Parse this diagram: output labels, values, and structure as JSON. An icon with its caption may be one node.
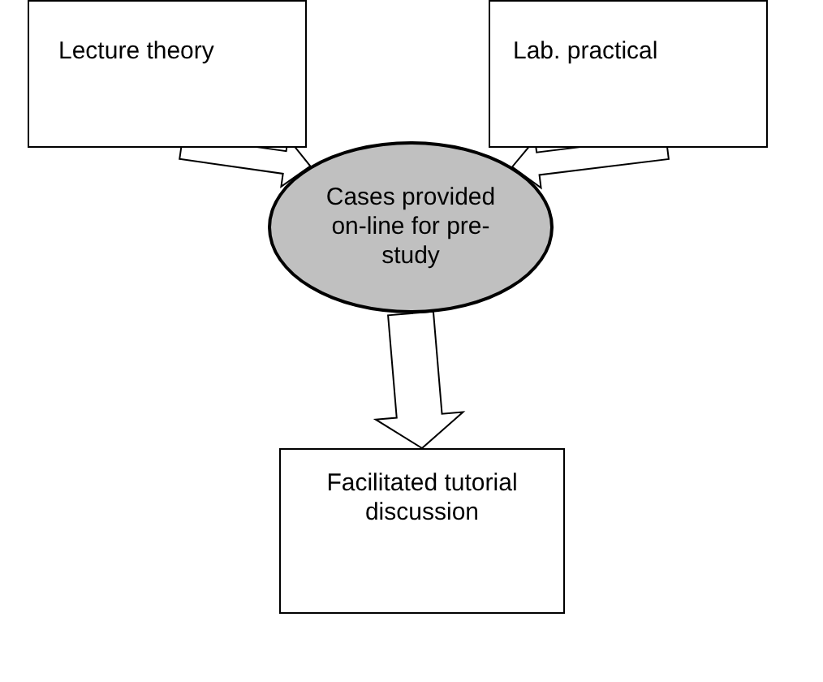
{
  "diagram": {
    "nodes": [
      {
        "text": [
          "Lecture theory"
        ]
      },
      {
        "text": [
          "Lab. practical"
        ]
      },
      {
        "text": [
          "Cases provided on-line for pre-study"
        ]
      },
      {
        "text": [
          "Facilitated tutorial discussion"
        ]
      }
    ],
    "edges": [
      {
        "from": 0,
        "to": 2,
        "arrow": "to"
      },
      {
        "from": 1,
        "to": 2,
        "arrow": "to"
      },
      {
        "from": 2,
        "to": 3,
        "arrow": "to"
      }
    ]
  }
}
